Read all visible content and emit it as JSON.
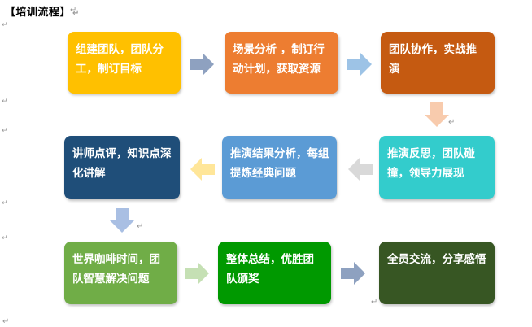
{
  "title": "【培训流程】",
  "paragraph_mark": "↵",
  "steps": [
    {
      "text": "组建团队，团队分工，制订目标",
      "color": "#FFC000"
    },
    {
      "text": "场景分析 ，制订行动计划，获取资源",
      "color": "#ED7D31"
    },
    {
      "text": "团队协作，实战推演",
      "color": "#C55A11"
    },
    {
      "text": "推演反思，团队碰撞，领导力展现",
      "color": "#33CCCC"
    },
    {
      "text": "推演结果分析，每组提炼经典问题",
      "color": "#5B9BD5"
    },
    {
      "text": "讲师点评，知识点深化讲解",
      "color": "#1F4E79"
    },
    {
      "text": "世界咖啡时间，团队智慧解决问题",
      "color": "#70AD47"
    },
    {
      "text": "整体总结，优胜团队颁奖",
      "color": "#009900"
    },
    {
      "text": "全员交流，分享感悟",
      "color": "#375623"
    }
  ],
  "arrow_colors": {
    "a1": "#8EA1C0",
    "a2": "#9DC3E6",
    "a3": "#F8CBAD",
    "a4": "#D9D9D9",
    "a5": "#FFE699",
    "a6": "#A9BFE3",
    "a7": "#C5E0B4",
    "a8": "#8EA1C0"
  }
}
